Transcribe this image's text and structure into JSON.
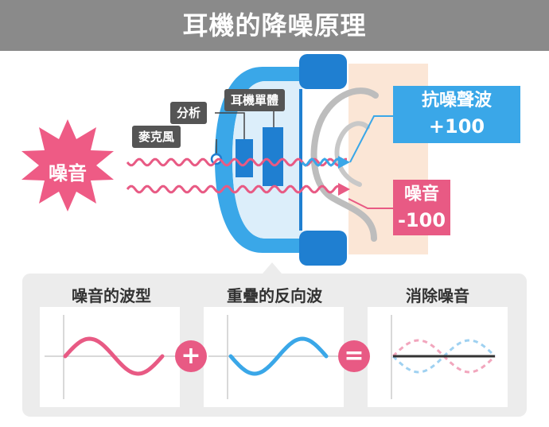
{
  "title": "耳機的降噪原理",
  "labels": {
    "microphone": "麥克風",
    "analyze": "分析",
    "driver": "耳機單體",
    "noise_source": "噪音"
  },
  "anti_noise": {
    "line1": "抗噪聲波",
    "line2": "+100"
  },
  "noise_value": {
    "line1": "噪音",
    "line2": "-100"
  },
  "panels": [
    {
      "title": "噪音的波型"
    },
    {
      "title": "重疊的反向波"
    },
    {
      "title": "消除噪音"
    }
  ],
  "operators": {
    "plus": "+",
    "equals": "="
  },
  "colors": {
    "pink": "#e85a84",
    "blue": "#3aa7e8",
    "dark_blue": "#1f7fd1",
    "light_blue": "#cfe7f7",
    "gray": "#8a8a8a",
    "dark_tag": "#555555",
    "skin": "#fbe6d6"
  }
}
